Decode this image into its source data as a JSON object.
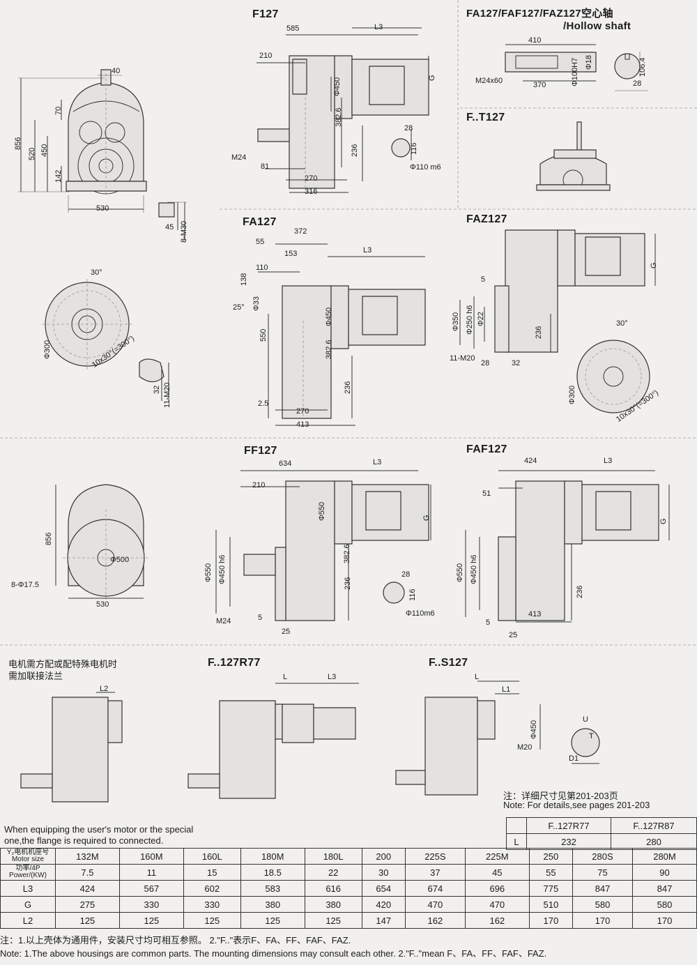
{
  "titles": {
    "f127": "F127",
    "fa127_hollow": "FA127/FAF127/FAZ127空心轴",
    "hollow_shaft": "/Hollow shaft",
    "ft127": "F..T127",
    "fa127": "FA127",
    "faz127": "FAZ127",
    "ff127": "FF127",
    "faf127": "FAF127",
    "f127r77": "F..127R77",
    "fs127": "F..S127"
  },
  "dims": {
    "front": {
      "d40": "40",
      "d856": "856",
      "d520": "520",
      "d450": "450",
      "d70": "70",
      "d142": "142",
      "d530": "530",
      "d45": "45",
      "d8m30": "8-M30"
    },
    "f127": {
      "d585": "585",
      "l3": "L3",
      "d210": "210",
      "d450": "Φ450",
      "g": "G",
      "d3826": "382.6",
      "m24": "M24",
      "d81": "81",
      "d270": "270",
      "d316": "316",
      "d236": "236",
      "d28": "28",
      "d116": "116",
      "d110": "Φ110 m6"
    },
    "hollow": {
      "d410": "410",
      "d370": "370",
      "m24x60": "M24x60",
      "d100": "Φ100H7",
      "d18": "Φ18",
      "d1064": "106.4",
      "d28": "28"
    },
    "fa127": {
      "d55": "55",
      "d372": "372",
      "d153": "153",
      "l3": "L3",
      "d110": "110",
      "d138": "138",
      "d25": "25°",
      "d33": "Φ33",
      "d550": "550",
      "d450": "Φ450",
      "d3826": "382.6",
      "d236": "236",
      "d25b": "2.5",
      "d270": "270",
      "d413": "413"
    },
    "flange": {
      "d30": "30°",
      "d300": "Φ300",
      "bolts": "10x30°(=300°)",
      "d32": "32",
      "d11m20": "11-M20"
    },
    "faz127": {
      "g": "G",
      "d5": "5",
      "d350": "Φ350",
      "d250": "Φ250 h6",
      "d22": "Φ22",
      "d236": "236",
      "d11m20": "11-M20",
      "d28": "28",
      "d32": "32",
      "d30": "30°",
      "d300": "Φ300",
      "bolts": "10x30°(=300°)"
    },
    "ff127": {
      "d856": "856",
      "d500": "Φ500",
      "d8f175": "8-Φ17.5",
      "d530": "530",
      "d634": "634",
      "l3": "L3",
      "d210": "210",
      "d550": "Φ550",
      "g": "G",
      "d3826": "382.6",
      "d550b": "Φ550",
      "d450h6": "Φ450 h6",
      "d236": "236",
      "m24": "M24",
      "d5": "5",
      "d25": "25",
      "d28": "28",
      "d116": "116",
      "d110": "Φ110m6"
    },
    "faf127": {
      "d424": "424",
      "l3": "L3",
      "d51": "51",
      "g": "G",
      "d550": "Φ550",
      "d450h6": "Φ450 h6",
      "d236": "236",
      "d413": "413",
      "d5": "5",
      "d25": "25"
    },
    "r77": {
      "l2": "L2",
      "l": "L",
      "l3": "L3"
    },
    "s127": {
      "l": "L",
      "l1": "L1",
      "d450": "Φ450",
      "m20": "M20",
      "u": "U",
      "t": "T",
      "d1": "D1"
    }
  },
  "notes": {
    "motor_cn1": "电机需方配或配特殊电机时",
    "motor_cn2": "需加联接法兰",
    "details_cn": "注：详细尺寸见第201-203页",
    "details_en": "Note: For details,see pages 201-203",
    "motor_en1": "When equipping the user's motor or the special",
    "motor_en2": "one,the flange is required to connected.",
    "foot_cn": "注：1.以上壳体为通用件，安装尺寸均可相互参照。   2.\"F..\"表示F、FA、FF、FAF、FAZ.",
    "foot_en": "Note: 1.The above housings are common parts. The mounting dimensions may consult each other.     2.\"F..\"mean F、FA、FF、FAF、FAZ."
  },
  "small_table": {
    "headers": [
      "F..127R77",
      "F..127R87"
    ],
    "row_label": "L",
    "values": [
      "232",
      "280"
    ]
  },
  "main_table": {
    "row_labels": {
      "motor_cn": "Y₂电机机座号",
      "motor_en": "Motor size",
      "power_cn": "功率/4P",
      "power_en": "Power/(KW)",
      "l3": "L3",
      "g": "G",
      "l2": "L2"
    },
    "motor_size": [
      "132M",
      "160M",
      "160L",
      "180M",
      "180L",
      "200",
      "225S",
      "225M",
      "250",
      "280S",
      "280M"
    ],
    "power": [
      "7.5",
      "11",
      "15",
      "18.5",
      "22",
      "30",
      "37",
      "45",
      "55",
      "75",
      "90"
    ],
    "l3": [
      "424",
      "567",
      "602",
      "583",
      "616",
      "654",
      "674",
      "696",
      "775",
      "847",
      "847"
    ],
    "g": [
      "275",
      "330",
      "330",
      "380",
      "380",
      "420",
      "470",
      "470",
      "510",
      "580",
      "580"
    ],
    "l2": [
      "125",
      "125",
      "125",
      "125",
      "125",
      "147",
      "162",
      "162",
      "170",
      "170",
      "170"
    ]
  }
}
